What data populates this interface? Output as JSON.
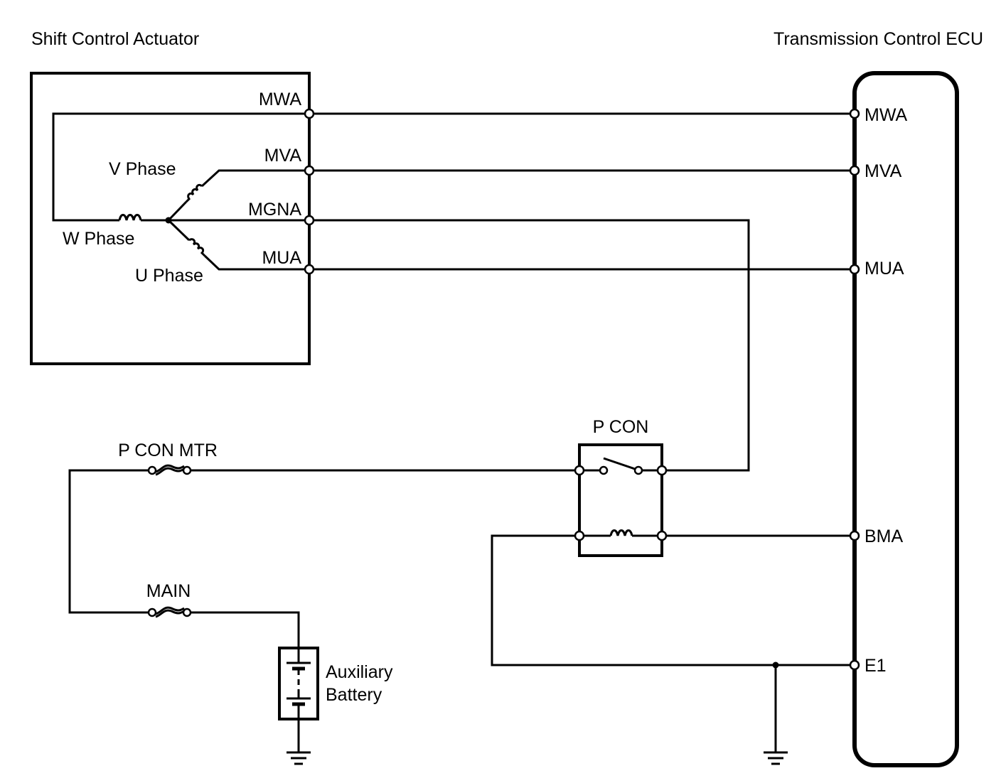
{
  "diagram": {
    "left_component": "Shift Control Actuator",
    "right_component": "Transmission Control ECU",
    "actuator_pins": [
      "MWA",
      "MVA",
      "MGNA",
      "MUA"
    ],
    "phases": {
      "v": "V Phase",
      "w": "W Phase",
      "u": "U Phase"
    },
    "ecu_pins": [
      "MWA",
      "MVA",
      "MUA",
      "BMA",
      "E1"
    ],
    "relay": "P CON",
    "fuse_upper": "P CON MTR",
    "fuse_lower": "MAIN",
    "battery_line1": "Auxiliary",
    "battery_line2": "Battery"
  },
  "connections": [
    {
      "from": "Shift Control Actuator MWA",
      "to": "Transmission Control ECU MWA"
    },
    {
      "from": "Shift Control Actuator MVA",
      "to": "Transmission Control ECU MVA"
    },
    {
      "from": "Shift Control Actuator MUA",
      "to": "Transmission Control ECU MUA"
    },
    {
      "from": "Shift Control Actuator MGNA",
      "to": "P CON switch"
    },
    {
      "from": "P CON switch",
      "to": "P CON MTR fuse"
    },
    {
      "from": "P CON MTR fuse",
      "to": "MAIN fuse"
    },
    {
      "from": "MAIN fuse",
      "to": "Auxiliary Battery"
    },
    {
      "from": "P CON coil",
      "to": "Transmission Control ECU BMA"
    },
    {
      "from": "P CON coil",
      "to": "Transmission Control ECU E1 / ground"
    }
  ]
}
